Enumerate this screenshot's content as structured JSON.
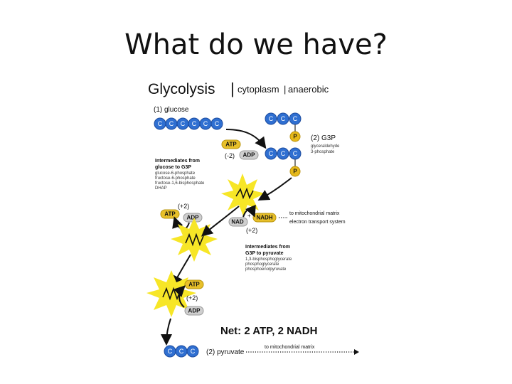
{
  "slide": {
    "title": "What do we have?"
  },
  "diagram": {
    "title": "Glycolysis",
    "sep": "|",
    "location": "cytoplasm",
    "condition": "anaerobic",
    "glucose_label": "(1) glucose",
    "carbon": "C",
    "phosphate": "P",
    "g3p_label": "(2) G3P",
    "g3p_full_1": "glyceraldehyde",
    "g3p_full_2": "3-phosphate",
    "atp": "ATP",
    "adp": "ADP",
    "nad": "NAD",
    "nad_charge": "+",
    "nadh": "NADH",
    "minus2": "(-2)",
    "plus2": "(+2)",
    "inter1_header_1": "Intermediates from",
    "inter1_header_2": "glucose to G3P",
    "inter1_items": [
      "glucose-6-phosphate",
      "fructose-6-phosphate",
      "fructose-1,6-bisphosphate",
      "DHAP"
    ],
    "inter2_header_1": "Intermediates from",
    "inter2_header_2": "G3P to pyruvate",
    "inter2_items": [
      "1,3-bisphosphoglycerate",
      "phosphoglycerate",
      "phosphoenolpyruvate"
    ],
    "to_matrix_1": "to mitochondrial matrix",
    "to_ets": "electron transport system",
    "net": "Net: 2 ATP, 2 NADH",
    "pyruvate_label": "(2) pyruvate",
    "to_matrix_2": "to mitochondrial matrix"
  },
  "colors": {
    "carbon": "#2f6fd1",
    "phosphate": "#e6b91b",
    "burst": "#f7e627",
    "atp": "#e8c02a",
    "adp": "#cfcfcf"
  }
}
